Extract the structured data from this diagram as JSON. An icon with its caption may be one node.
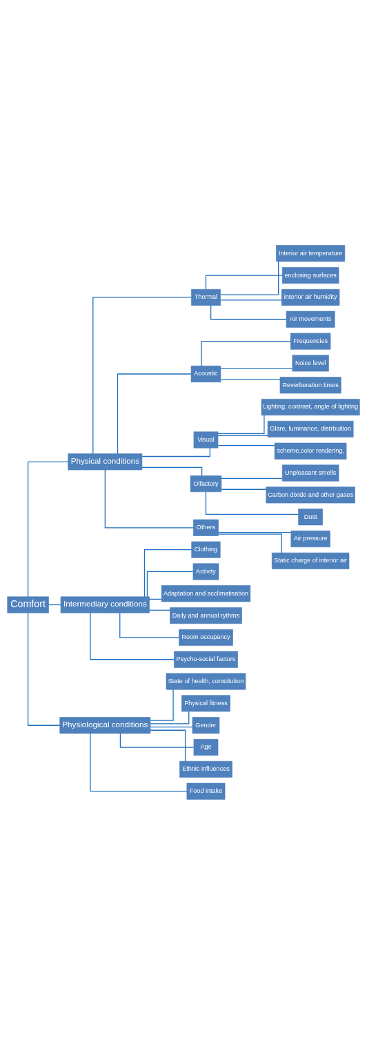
{
  "diagram": {
    "nodes": [
      {
        "text": [
          "Comfort"
        ]
      },
      {
        "text": [
          "Physical conditions"
        ]
      },
      {
        "text": [
          "Thermal"
        ]
      },
      {
        "text": [
          "Interior air temperature"
        ]
      },
      {
        "text": [
          "enclosing surfaces"
        ]
      },
      {
        "text": [
          "interior air humidity"
        ]
      },
      {
        "text": [
          "Air movements"
        ]
      },
      {
        "text": [
          "Acoustic"
        ]
      },
      {
        "text": [
          "Frequencies"
        ]
      },
      {
        "text": [
          "Noice level"
        ]
      },
      {
        "text": [
          "Reverberation times"
        ]
      },
      {
        "text": [
          "Visual"
        ]
      },
      {
        "text": [
          "Lighting, contrast, angle of lighting"
        ]
      },
      {
        "text": [
          "Glare, luminance, distrbuition"
        ]
      },
      {
        "text": [
          "scheme,color rendering,"
        ]
      },
      {
        "text": [
          "Olfactory"
        ]
      },
      {
        "text": [
          "Unpleasant smells"
        ]
      },
      {
        "text": [
          "Carbon dixide and other gases"
        ]
      },
      {
        "text": [
          "Dust"
        ]
      },
      {
        "text": [
          "Others"
        ]
      },
      {
        "text": [
          "Air pressure"
        ]
      },
      {
        "text": [
          "Static charge of interior air"
        ]
      },
      {
        "text": [
          "Intermediary conditions"
        ]
      },
      {
        "text": [
          "Clothing"
        ]
      },
      {
        "text": [
          "Activity"
        ]
      },
      {
        "text": [
          "Adaptation and acclimatisation"
        ]
      },
      {
        "text": [
          "Daily and annual rythms"
        ]
      },
      {
        "text": [
          "Room occupancy"
        ]
      },
      {
        "text": [
          "Psycho-social factors"
        ]
      },
      {
        "text": [
          "Physiological conditions"
        ]
      },
      {
        "text": [
          "State of health, constitution"
        ]
      },
      {
        "text": [
          "Physical fitness"
        ]
      },
      {
        "text": [
          "Gender"
        ]
      },
      {
        "text": [
          "Age"
        ]
      },
      {
        "text": [
          "Ethnic influences"
        ]
      },
      {
        "text": [
          "Food intake"
        ]
      }
    ],
    "edges": [
      {
        "from": 0,
        "to": 1,
        "arrow": "none"
      },
      {
        "from": 1,
        "to": 2,
        "arrow": "none"
      },
      {
        "from": 2,
        "to": 3,
        "arrow": "none"
      },
      {
        "from": 2,
        "to": 4,
        "arrow": "none"
      },
      {
        "from": 2,
        "to": 5,
        "arrow": "none"
      },
      {
        "from": 2,
        "to": 6,
        "arrow": "none"
      },
      {
        "from": 1,
        "to": 7,
        "arrow": "none"
      },
      {
        "from": 7,
        "to": 8,
        "arrow": "none"
      },
      {
        "from": 7,
        "to": 9,
        "arrow": "none"
      },
      {
        "from": 7,
        "to": 10,
        "arrow": "none"
      },
      {
        "from": 1,
        "to": 11,
        "arrow": "none"
      },
      {
        "from": 11,
        "to": 12,
        "arrow": "none"
      },
      {
        "from": 11,
        "to": 13,
        "arrow": "none"
      },
      {
        "from": 11,
        "to": 14,
        "arrow": "none"
      },
      {
        "from": 1,
        "to": 15,
        "arrow": "none"
      },
      {
        "from": 15,
        "to": 16,
        "arrow": "none"
      },
      {
        "from": 15,
        "to": 17,
        "arrow": "none"
      },
      {
        "from": 15,
        "to": 18,
        "arrow": "none"
      },
      {
        "from": 1,
        "to": 19,
        "arrow": "none"
      },
      {
        "from": 19,
        "to": 20,
        "arrow": "none"
      },
      {
        "from": 19,
        "to": 21,
        "arrow": "none"
      },
      {
        "from": 0,
        "to": 22,
        "arrow": "none"
      },
      {
        "from": 22,
        "to": 23,
        "arrow": "none"
      },
      {
        "from": 22,
        "to": 24,
        "arrow": "none"
      },
      {
        "from": 22,
        "to": 25,
        "arrow": "none"
      },
      {
        "from": 22,
        "to": 26,
        "arrow": "none"
      },
      {
        "from": 22,
        "to": 27,
        "arrow": "none"
      },
      {
        "from": 22,
        "to": 28,
        "arrow": "none"
      },
      {
        "from": 0,
        "to": 29,
        "arrow": "none"
      },
      {
        "from": 29,
        "to": 30,
        "arrow": "none"
      },
      {
        "from": 29,
        "to": 31,
        "arrow": "none"
      },
      {
        "from": 29,
        "to": 32,
        "arrow": "none"
      },
      {
        "from": 29,
        "to": 33,
        "arrow": "none"
      },
      {
        "from": 29,
        "to": 34,
        "arrow": "none"
      },
      {
        "from": 29,
        "to": 35,
        "arrow": "none"
      }
    ]
  }
}
